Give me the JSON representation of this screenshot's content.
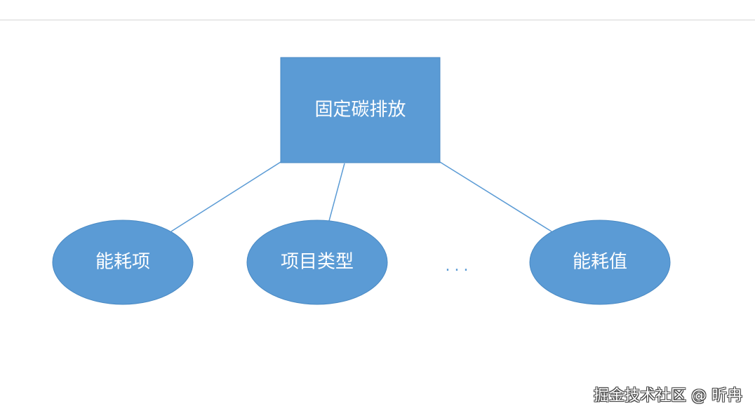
{
  "colors": {
    "node_fill": "#5b9bd5",
    "connector": "#5b9bd5",
    "label_text": "#ffffff"
  },
  "root": {
    "label": "固定碳排放"
  },
  "children": [
    {
      "label": "能耗项"
    },
    {
      "label": "项目类型"
    },
    {
      "label": "..."
    },
    {
      "label": "能耗值"
    }
  ],
  "watermark": {
    "text": "掘金技术社区 @ 昕冉"
  }
}
